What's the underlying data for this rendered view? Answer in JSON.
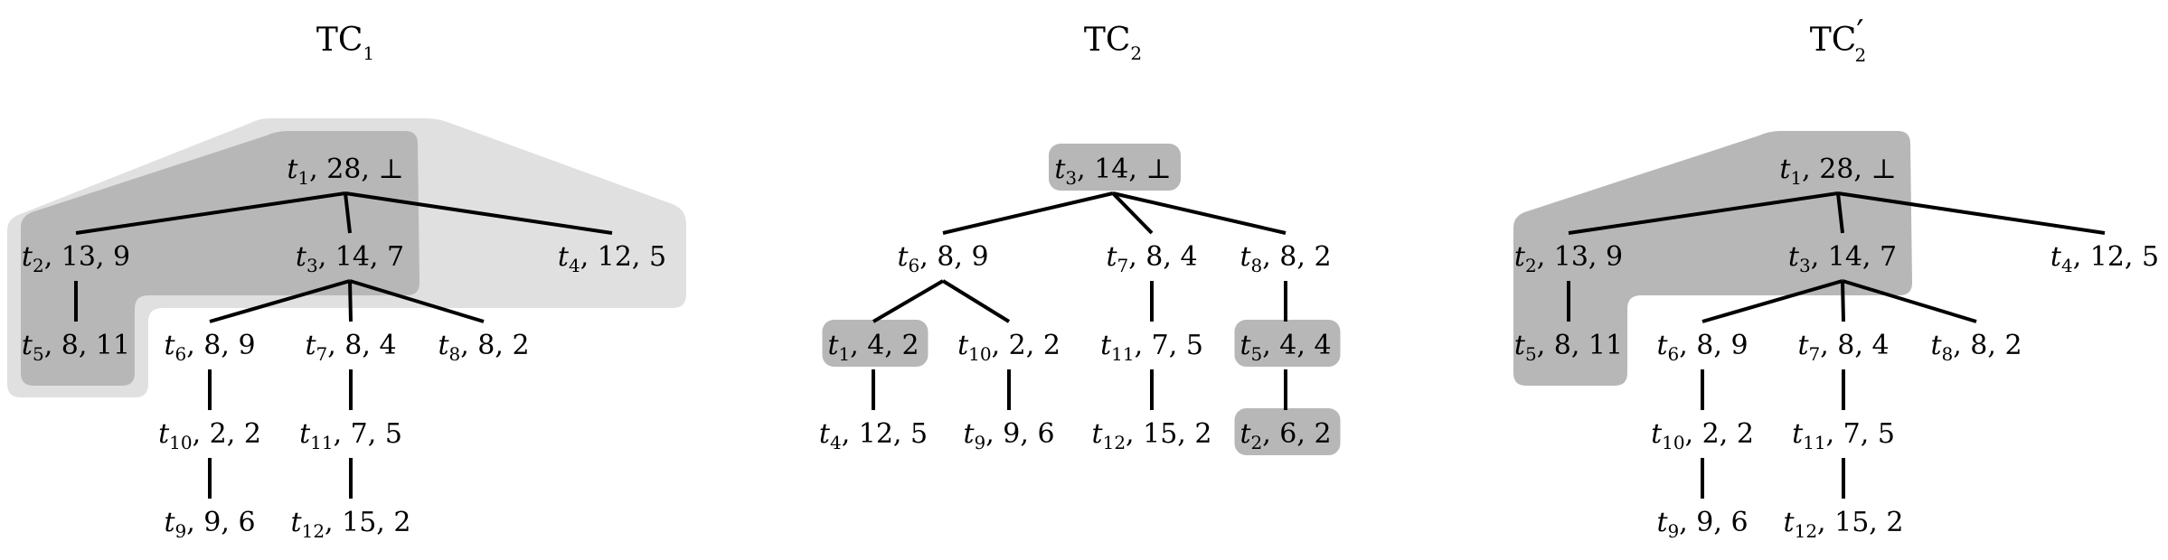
{
  "colors": {
    "light_highlight": "#e0e0e0",
    "dark_highlight": "#b7b7b7",
    "line": "#000000"
  },
  "trees": [
    {
      "title": "TC",
      "title_sub": "1",
      "title_prime": "",
      "nodes": [
        {
          "id": "t1",
          "var": "t",
          "sub": "1",
          "rest": ", 28, ⊥"
        },
        {
          "id": "t2",
          "var": "t",
          "sub": "2",
          "rest": ", 13, 9"
        },
        {
          "id": "t3",
          "var": "t",
          "sub": "3",
          "rest": ", 14, 7"
        },
        {
          "id": "t4",
          "var": "t",
          "sub": "4",
          "rest": ", 12, 5"
        },
        {
          "id": "t5",
          "var": "t",
          "sub": "5",
          "rest": ", 8, 11"
        },
        {
          "id": "t6",
          "var": "t",
          "sub": "6",
          "rest": ", 8, 9"
        },
        {
          "id": "t7",
          "var": "t",
          "sub": "7",
          "rest": ", 8, 4"
        },
        {
          "id": "t8",
          "var": "t",
          "sub": "8",
          "rest": ", 8, 2"
        },
        {
          "id": "t10",
          "var": "t",
          "sub": "10",
          "rest": ", 2, 2"
        },
        {
          "id": "t11",
          "var": "t",
          "sub": "11",
          "rest": ", 7, 5"
        },
        {
          "id": "t9",
          "var": "t",
          "sub": "9",
          "rest": ", 9, 6"
        },
        {
          "id": "t12",
          "var": "t",
          "sub": "12",
          "rest": ", 15, 2"
        }
      ],
      "edges": [
        [
          "t1",
          "t2"
        ],
        [
          "t1",
          "t3"
        ],
        [
          "t1",
          "t4"
        ],
        [
          "t2",
          "t5"
        ],
        [
          "t3",
          "t6"
        ],
        [
          "t3",
          "t7"
        ],
        [
          "t3",
          "t8"
        ],
        [
          "t6",
          "t10"
        ],
        [
          "t7",
          "t11"
        ],
        [
          "t10",
          "t9"
        ],
        [
          "t11",
          "t12"
        ]
      ],
      "highlights": {
        "light": [
          "t1",
          "t2",
          "t3",
          "t4",
          "t5"
        ],
        "dark": [
          "t1",
          "t2",
          "t3",
          "t5"
        ],
        "boxes": []
      }
    },
    {
      "title": "TC",
      "title_sub": "2",
      "title_prime": "",
      "nodes": [
        {
          "id": "t3",
          "var": "t",
          "sub": "3",
          "rest": ", 14, ⊥"
        },
        {
          "id": "t6",
          "var": "t",
          "sub": "6",
          "rest": ", 8, 9"
        },
        {
          "id": "t7",
          "var": "t",
          "sub": "7",
          "rest": ", 8, 4"
        },
        {
          "id": "t8",
          "var": "t",
          "sub": "8",
          "rest": ", 8, 2"
        },
        {
          "id": "t1",
          "var": "t",
          "sub": "1",
          "rest": ", 4, 2"
        },
        {
          "id": "t10",
          "var": "t",
          "sub": "10",
          "rest": ", 2, 2"
        },
        {
          "id": "t11",
          "var": "t",
          "sub": "11",
          "rest": ", 7, 5"
        },
        {
          "id": "t5",
          "var": "t",
          "sub": "5",
          "rest": ", 4, 4"
        },
        {
          "id": "t4",
          "var": "t",
          "sub": "4",
          "rest": ", 12, 5"
        },
        {
          "id": "t9",
          "var": "t",
          "sub": "9",
          "rest": ", 9, 6"
        },
        {
          "id": "t12",
          "var": "t",
          "sub": "12",
          "rest": ", 15, 2"
        },
        {
          "id": "t2",
          "var": "t",
          "sub": "2",
          "rest": ", 6, 2"
        }
      ],
      "edges": [
        [
          "t3",
          "t6"
        ],
        [
          "t3",
          "t7"
        ],
        [
          "t3",
          "t8"
        ],
        [
          "t6",
          "t1"
        ],
        [
          "t6",
          "t10"
        ],
        [
          "t7",
          "t11"
        ],
        [
          "t8",
          "t5"
        ],
        [
          "t1",
          "t4"
        ],
        [
          "t10",
          "t9"
        ],
        [
          "t11",
          "t12"
        ],
        [
          "t5",
          "t2"
        ]
      ],
      "highlights": {
        "light": [],
        "dark": [],
        "boxes": [
          "t3",
          "t1",
          "t5",
          "t2"
        ]
      }
    },
    {
      "title": "TC",
      "title_sub": "2",
      "title_prime": "′",
      "nodes": [
        {
          "id": "t1",
          "var": "t",
          "sub": "1",
          "rest": ", 28, ⊥"
        },
        {
          "id": "t2",
          "var": "t",
          "sub": "2",
          "rest": ", 13, 9"
        },
        {
          "id": "t3",
          "var": "t",
          "sub": "3",
          "rest": ", 14, 7"
        },
        {
          "id": "t4",
          "var": "t",
          "sub": "4",
          "rest": ", 12, 5"
        },
        {
          "id": "t5",
          "var": "t",
          "sub": "5",
          "rest": ", 8, 11"
        },
        {
          "id": "t6",
          "var": "t",
          "sub": "6",
          "rest": ", 8, 9"
        },
        {
          "id": "t7",
          "var": "t",
          "sub": "7",
          "rest": ", 8, 4"
        },
        {
          "id": "t8",
          "var": "t",
          "sub": "8",
          "rest": ", 8, 2"
        },
        {
          "id": "t10",
          "var": "t",
          "sub": "10",
          "rest": ", 2, 2"
        },
        {
          "id": "t11",
          "var": "t",
          "sub": "11",
          "rest": ", 7, 5"
        },
        {
          "id": "t9",
          "var": "t",
          "sub": "9",
          "rest": ", 9, 6"
        },
        {
          "id": "t12",
          "var": "t",
          "sub": "12",
          "rest": ", 15, 2"
        }
      ],
      "edges": [
        [
          "t1",
          "t2"
        ],
        [
          "t1",
          "t3"
        ],
        [
          "t1",
          "t4"
        ],
        [
          "t2",
          "t5"
        ],
        [
          "t3",
          "t6"
        ],
        [
          "t3",
          "t7"
        ],
        [
          "t3",
          "t8"
        ],
        [
          "t6",
          "t10"
        ],
        [
          "t7",
          "t11"
        ],
        [
          "t10",
          "t9"
        ],
        [
          "t11",
          "t12"
        ]
      ],
      "highlights": {
        "light": [],
        "dark": [
          "t1",
          "t2",
          "t3",
          "t5"
        ],
        "boxes": []
      }
    }
  ]
}
